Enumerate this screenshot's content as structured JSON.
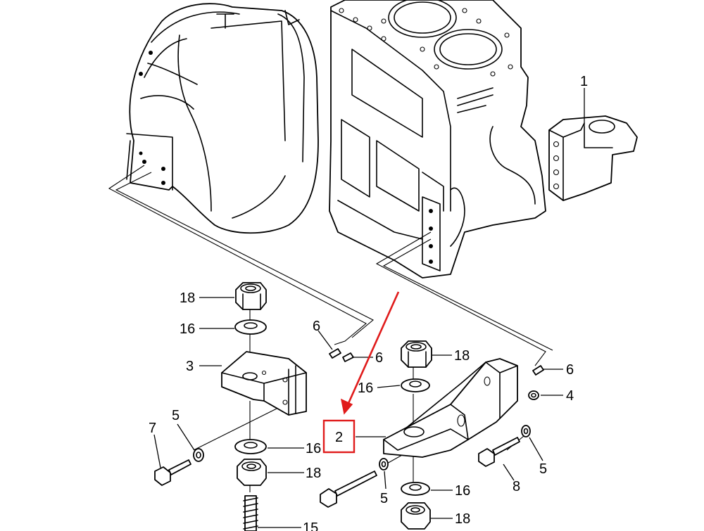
{
  "labels": {
    "l1": "1",
    "l2": "2",
    "l3": "3",
    "l4": "4",
    "l5a": "5",
    "l5b": "5",
    "l5c": "5",
    "l6a": "6",
    "l6b": "6",
    "l6c": "6",
    "l7": "7",
    "l8": "8",
    "l15": "15",
    "l16a": "16",
    "l16b": "16",
    "l16c": "16",
    "l16d": "16",
    "l18a": "18",
    "l18b": "18",
    "l18c": "18",
    "l18d": "18"
  },
  "highlight": {
    "color": "#e01b1b",
    "target": "2"
  }
}
